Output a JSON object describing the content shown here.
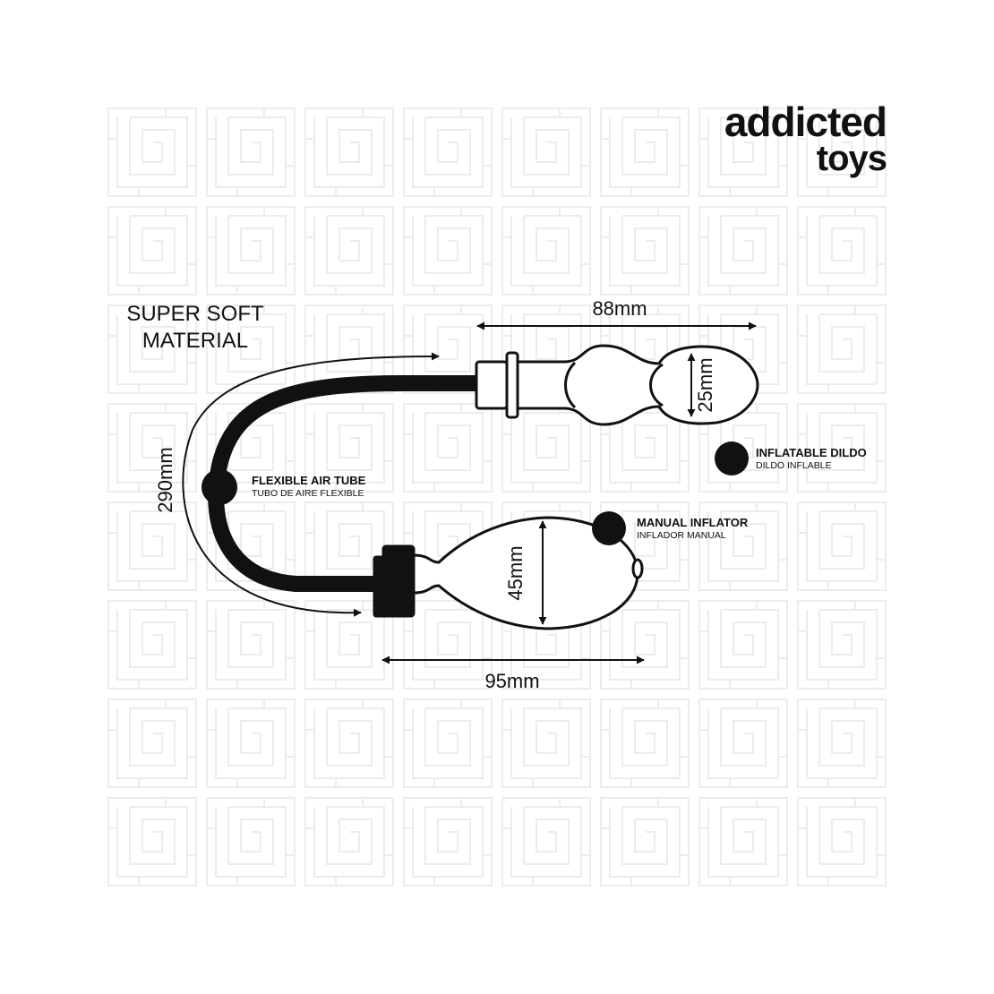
{
  "brand": {
    "line1": "addicted",
    "line2": "toys"
  },
  "callout": {
    "line1": "SUPER SOFT",
    "line2": "MATERIAL"
  },
  "dimensions": {
    "dildo_length": "88mm",
    "dildo_width": "25mm",
    "tube_length": "290mm",
    "inflator_height": "45mm",
    "inflator_length": "95mm"
  },
  "parts": {
    "dildo": {
      "title": "INFLATABLE DILDO",
      "subtitle": "DILDO INFLABLE"
    },
    "tube": {
      "title": "FLEXIBLE AIR TUBE",
      "subtitle": "TUBO DE AIRE FLEXIBLE"
    },
    "inflator": {
      "title": "MANUAL INFLATOR",
      "subtitle": "INFLADOR MANUAL"
    }
  },
  "colors": {
    "ink": "#111111",
    "pattern": "#ececec",
    "background": "#ffffff"
  }
}
